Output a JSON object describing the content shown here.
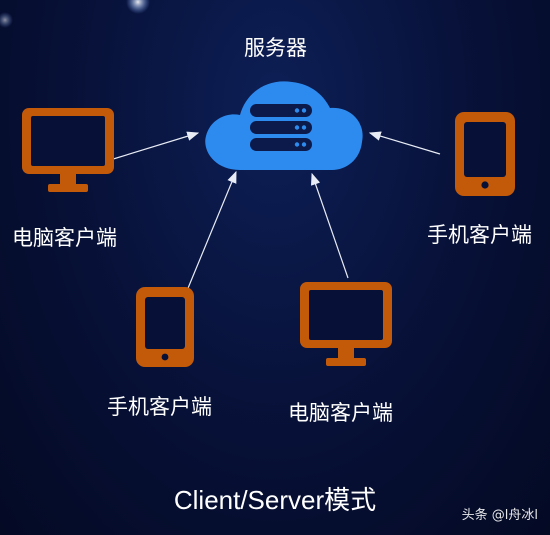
{
  "server": {
    "label": "服务器"
  },
  "clients": {
    "pc_left": "电脑客户端",
    "phone_right": "手机客户端",
    "phone_bottom": "手机客户端",
    "pc_bottom": "电脑客户端"
  },
  "caption": "Client/Server模式",
  "watermark": "头条 @l舟冰l",
  "colors": {
    "device": "#c25a0a",
    "cloud": "#2d8bf0",
    "arrow": "#e8ecf5",
    "background": "#071036"
  },
  "icons": {
    "server": "cloud-server-icon",
    "pc": "desktop-monitor-icon",
    "phone": "mobile-phone-icon"
  }
}
